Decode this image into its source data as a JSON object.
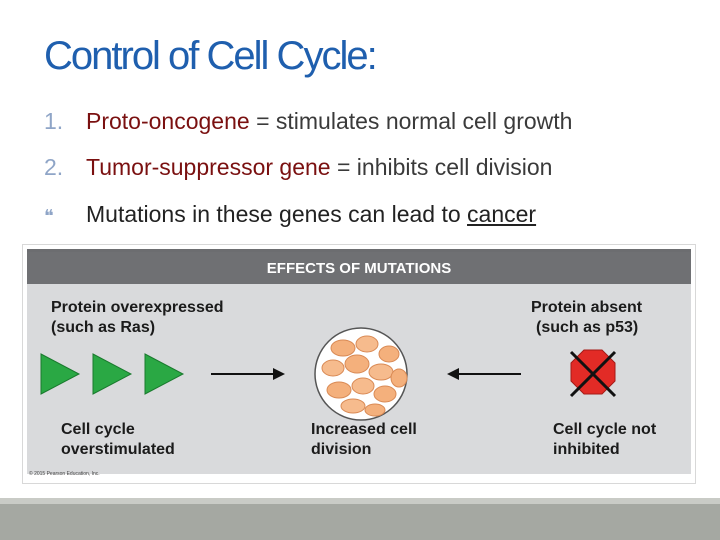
{
  "slide": {
    "title": "Control of Cell Cycle:",
    "bullets": [
      {
        "marker": "1.",
        "term": "Proto-oncogene",
        "rest": " = stimulates normal cell growth"
      },
      {
        "marker": "2.",
        "term": "Tumor-suppressor gene",
        "rest": " = inhibits cell division"
      },
      {
        "marker": "",
        "prefix": "Mutations in these genes can lead to ",
        "emphasis": "cancer"
      }
    ]
  },
  "figure": {
    "header": "EFFECTS OF MUTATIONS",
    "left_top_1": "Protein overexpressed",
    "left_top_2": "(such as Ras)",
    "right_top_1": "Protein absent",
    "right_top_2": "(such as p53)",
    "left_bottom_1": "Cell cycle",
    "left_bottom_2": "overstimulated",
    "center_bottom_1": "Increased cell",
    "center_bottom_2": "division",
    "right_bottom_1": "Cell cycle not",
    "right_bottom_2": "inhibited",
    "copyright": "© 2015 Pearson Education, Inc.",
    "colors": {
      "arrow_green": "#2aa844",
      "stop_red": "#e22b26",
      "cell_orange": "#f4b07c"
    }
  }
}
